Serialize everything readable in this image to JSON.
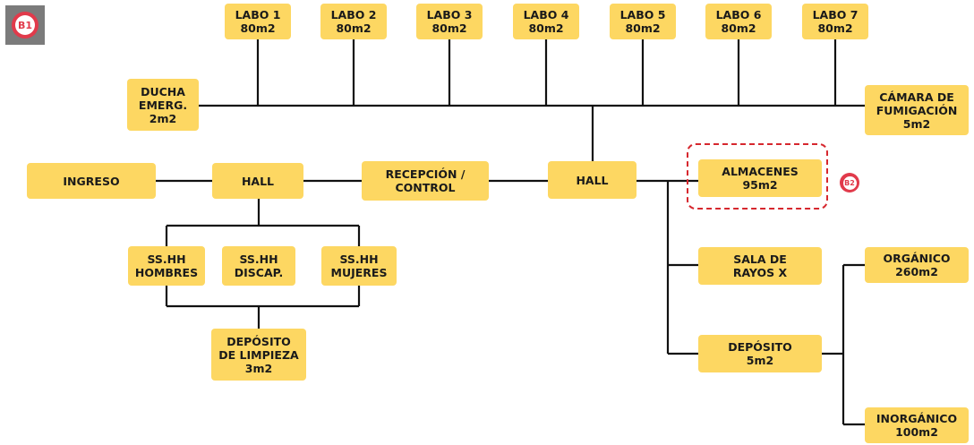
{
  "colors": {
    "node_fill": "#fdd762",
    "line": "#111111",
    "dashed_border": "#d6272e",
    "badge": "#e13a4b"
  },
  "badges": {
    "b1": "B1",
    "b2": "B2"
  },
  "nodes": {
    "labo1": [
      "LABO 1",
      "80m2"
    ],
    "labo2": [
      "LABO 2",
      "80m2"
    ],
    "labo3": [
      "LABO 3",
      "80m2"
    ],
    "labo4": [
      "LABO 4",
      "80m2"
    ],
    "labo5": [
      "LABO 5",
      "80m2"
    ],
    "labo6": [
      "LABO 6",
      "80m2"
    ],
    "labo7": [
      "LABO 7",
      "80m2"
    ],
    "ducha": [
      "DUCHA",
      "EMERG.",
      "2m2"
    ],
    "camara": [
      "CÁMARA DE",
      "FUMIGACIÓN",
      "5m2"
    ],
    "ingreso": [
      "INGRESO"
    ],
    "hall_left": [
      "HALL"
    ],
    "recepcion": [
      "RECEPCIÓN /",
      "CONTROL"
    ],
    "hall_center": [
      "HALL"
    ],
    "almacenes": [
      "ALMACENES",
      "95m2"
    ],
    "sshh_hombres": [
      "SS.HH",
      "HOMBRES"
    ],
    "sshh_discap": [
      "SS.HH",
      "DISCAP."
    ],
    "sshh_mujeres": [
      "SS.HH",
      "MUJERES"
    ],
    "deposito_limpieza": [
      "DEPÓSITO",
      "DE LIMPIEZA",
      "3m2"
    ],
    "sala_rayos": [
      "SALA DE",
      "RAYOS X"
    ],
    "deposito": [
      "DEPÓSITO",
      "5m2"
    ],
    "organico": [
      "ORGÁNICO",
      "260m2"
    ],
    "inorganico": [
      "INORGÁNICO",
      "100m2"
    ]
  }
}
